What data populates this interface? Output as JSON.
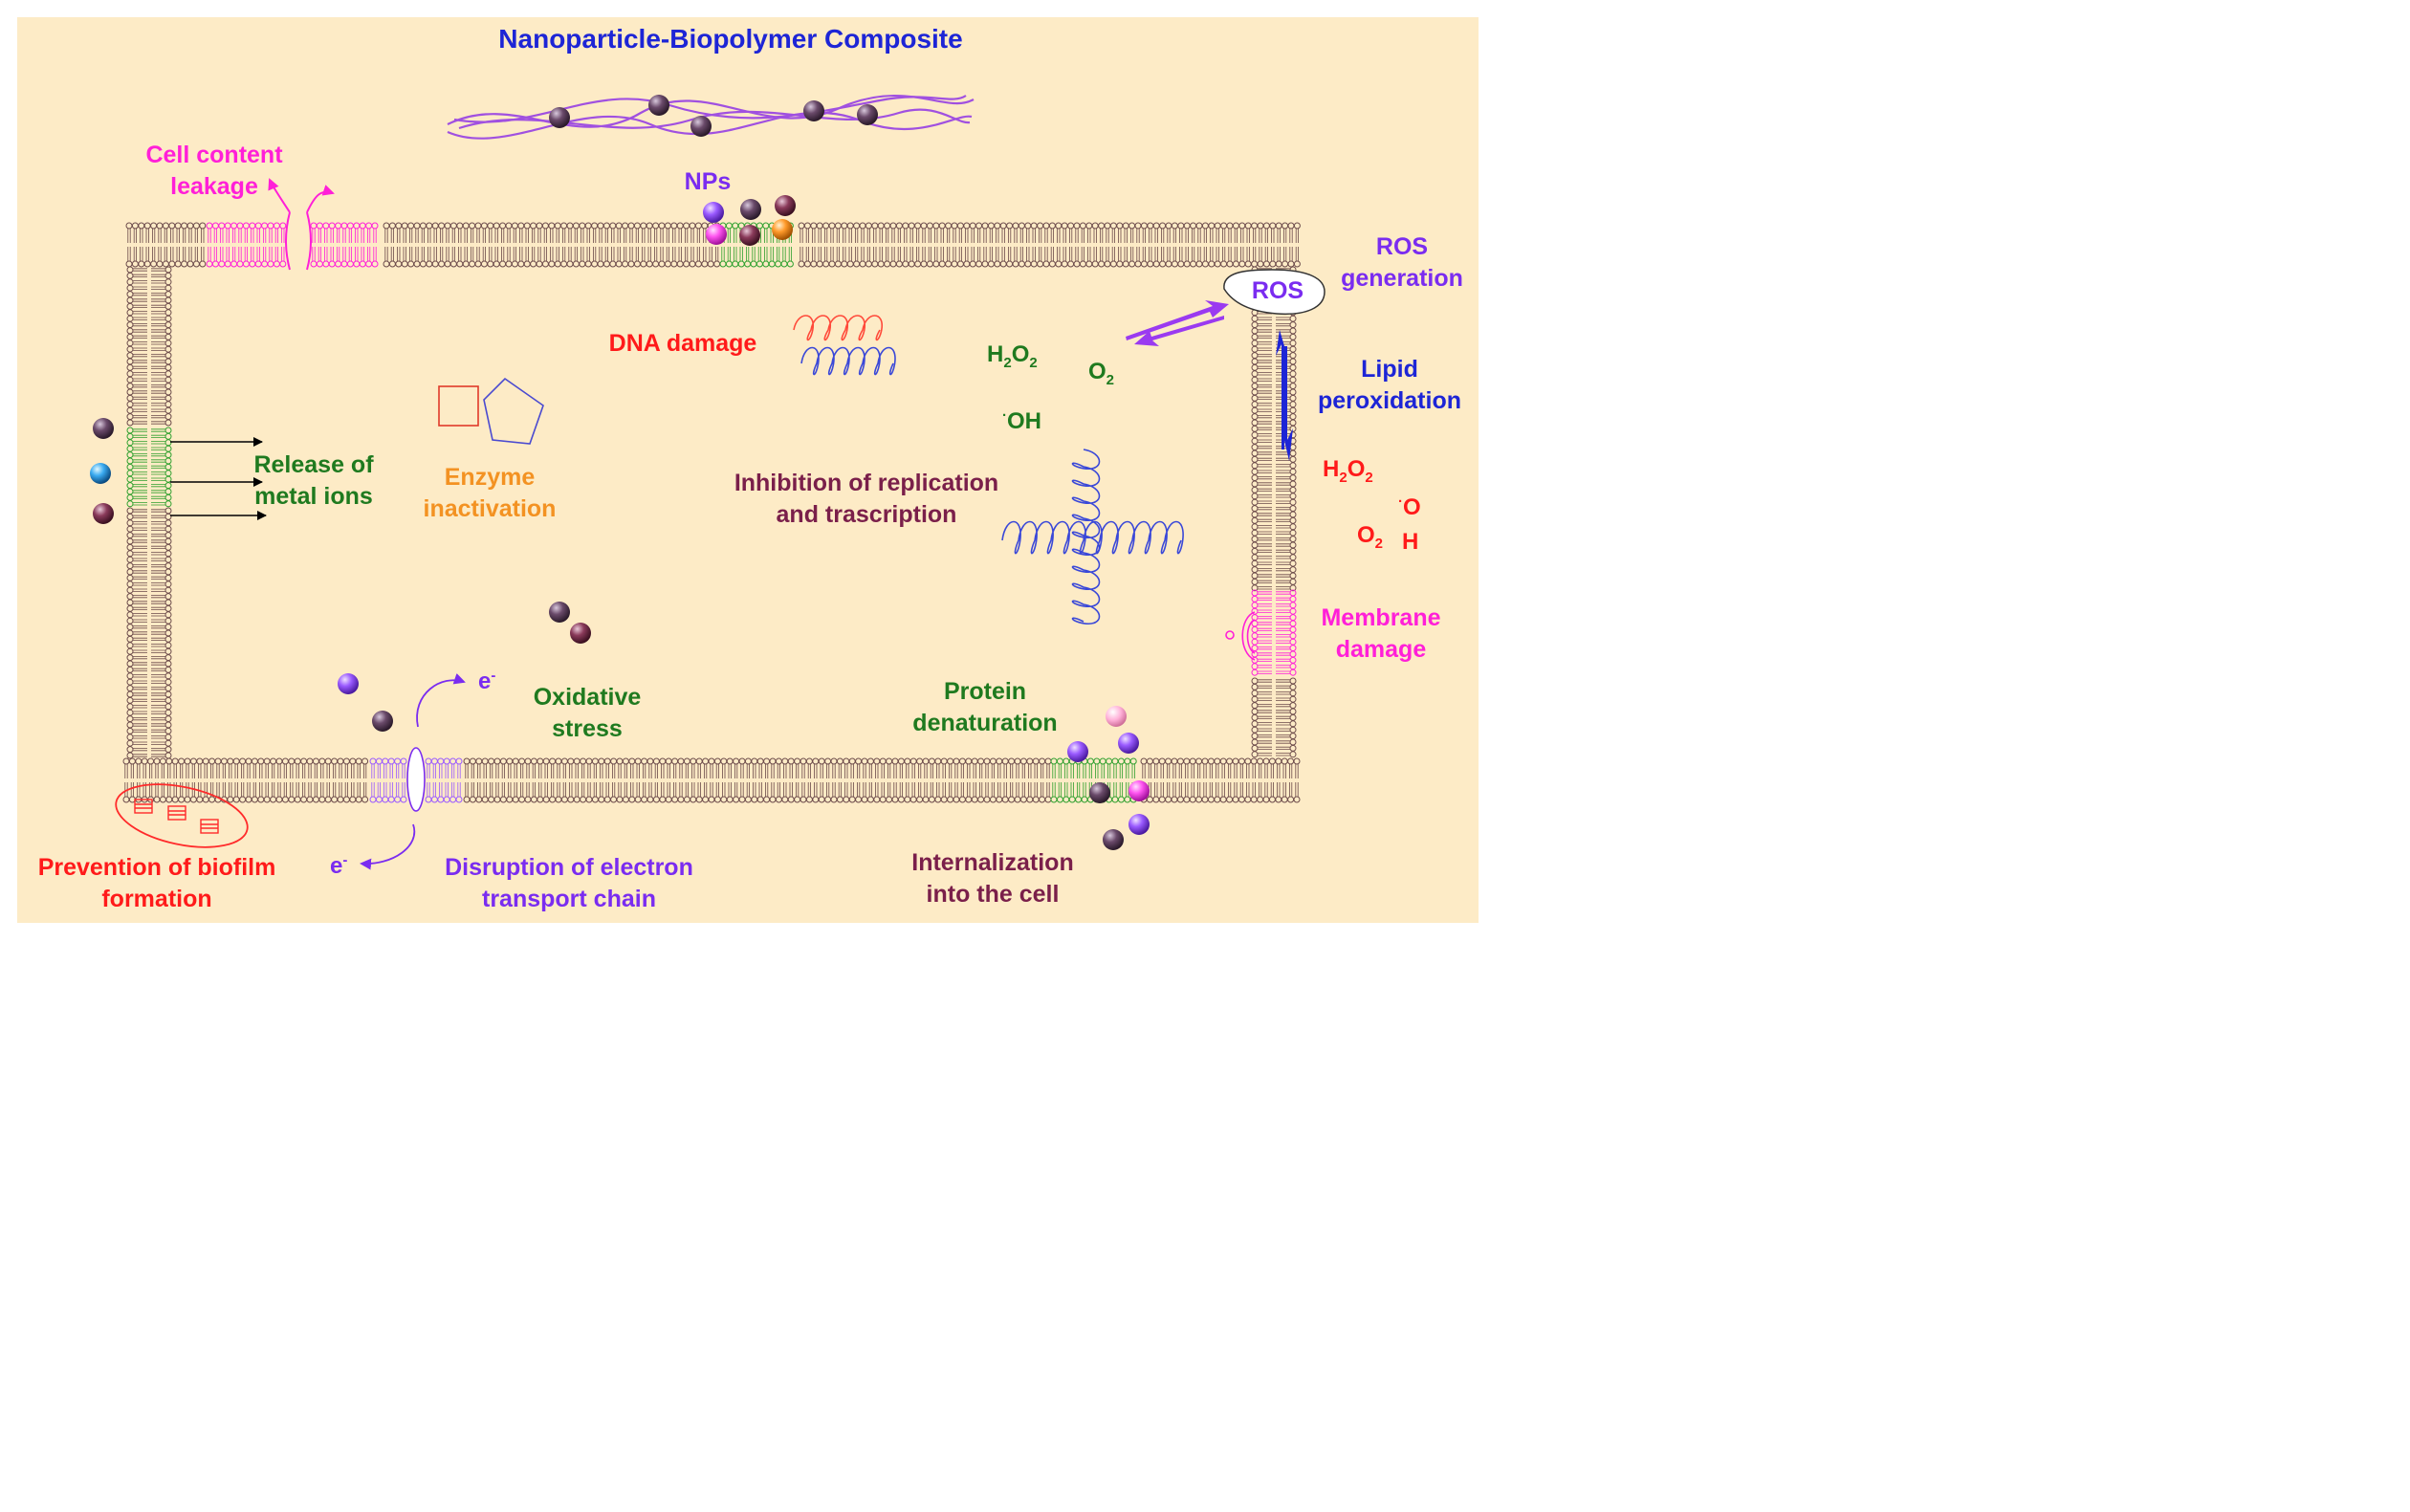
{
  "title": "Nanoparticle-Biopolymer Composite",
  "colors": {
    "background": "#fdebc6",
    "membrane": "#6b4a4a",
    "blue_label": "#1d25d6",
    "purple_label": "#7a2cf0",
    "magenta_label": "#ff1fd8",
    "green_label": "#1f7a1f",
    "red_label": "#ff1a1a",
    "orange_label": "#f39222",
    "maroon_label": "#7a1f4a"
  },
  "labels": {
    "cell_content_leakage": [
      "Cell content",
      "leakage"
    ],
    "nps": "NPs",
    "ros_generation": [
      "ROS",
      "generation"
    ],
    "ros_bubble": "ROS",
    "dna_damage": "DNA damage",
    "lipid_peroxidation": [
      "Lipid",
      "peroxidation"
    ],
    "release_metal_ions": [
      "Release of",
      "metal ions"
    ],
    "enzyme_inactivation": [
      "Enzyme",
      "inactivation"
    ],
    "inhibition_replication": [
      "Inhibition of replication",
      "and trascription"
    ],
    "membrane_damage": [
      "Membrane",
      "damage"
    ],
    "oxidative_stress": [
      "Oxidative",
      "stress"
    ],
    "protein_denaturation": [
      "Protein",
      "denaturation"
    ],
    "prevention_biofilm": [
      "Prevention of biofilm",
      "formation"
    ],
    "disruption_etc": [
      "Disruption of electron",
      "transport chain"
    ],
    "internalization": [
      "Internalization",
      "into the cell"
    ],
    "electron": "e",
    "electron_sup": "-"
  },
  "species_inside": {
    "h2o2": {
      "base": "H",
      "sub1": "2",
      "mid": "O",
      "sub2": "2"
    },
    "o2": {
      "base": "O",
      "sub": "2"
    },
    "oh_radical": {
      "dot": "·",
      "text": "OH"
    }
  },
  "species_right": {
    "h2o2": {
      "base": "H",
      "sub1": "2",
      "mid": "O",
      "sub2": "2"
    },
    "o_radical": {
      "dot": "·",
      "text": "O"
    },
    "o2": {
      "base": "O",
      "sub": "2"
    },
    "h": "H"
  }
}
